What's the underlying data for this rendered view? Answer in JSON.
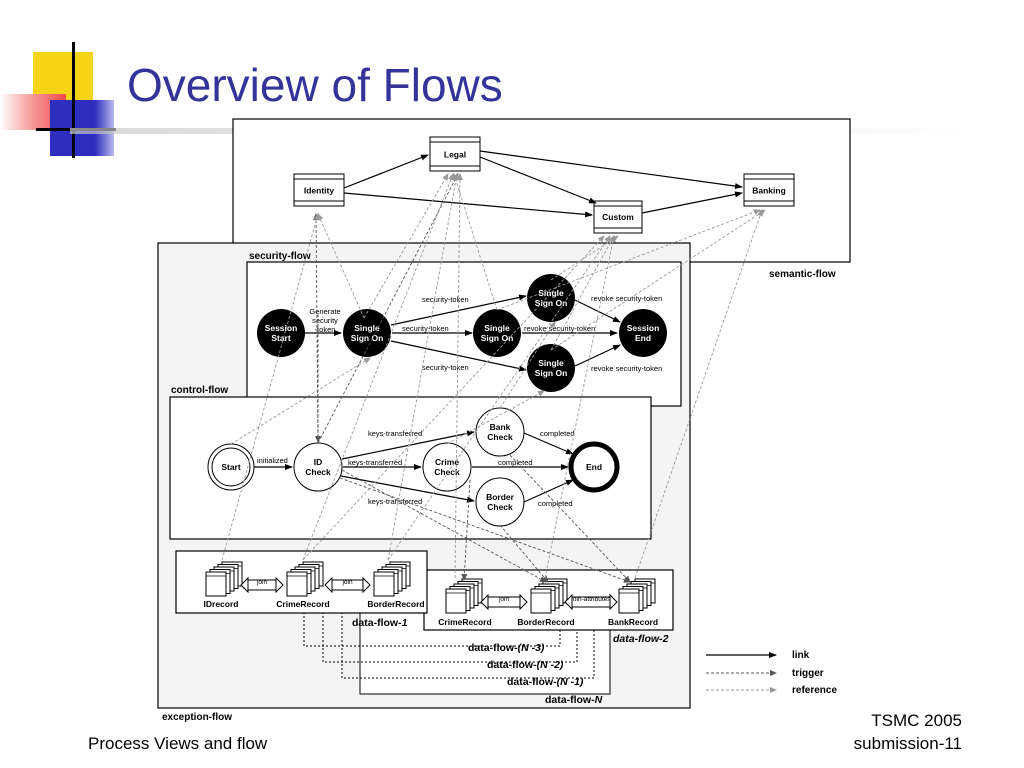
{
  "title": "Overview of Flows",
  "footer": {
    "left": "Process Views and flow",
    "right_line1": "TSMC 2005",
    "right_line2": "submission-11"
  },
  "colors": {
    "title": "#33339a",
    "deco_yellow": "#f5d418",
    "deco_red": "#f04848",
    "deco_blue": "#2d2dc0"
  },
  "diagram": {
    "semantic_flow": {
      "label": "semantic-flow",
      "nodes": {
        "identity": "Identity",
        "legal": "Legal",
        "custom": "Custom",
        "banking": "Banking"
      }
    },
    "security_flow": {
      "label": "security-flow",
      "nodes": {
        "session_start": [
          "Session",
          "Start"
        ],
        "sso_center": [
          "Single",
          "Sign On"
        ],
        "sso_mid": [
          "Single",
          "Sign On"
        ],
        "sso_top": [
          "Single",
          "Sign On"
        ],
        "sso_bottom": [
          "Single",
          "Sign On"
        ],
        "session_end": [
          "Session",
          "End"
        ]
      },
      "edges": {
        "generate": [
          "Generate",
          "security",
          "-token"
        ],
        "token_top": "security-token",
        "token_mid": "security-token",
        "token_bottom": "security-token",
        "revoke_top": "revoke security-token",
        "revoke_mid": "revoke security-token",
        "revoke_bottom": "revoke security-token"
      }
    },
    "control_flow": {
      "label": "control-flow",
      "nodes": {
        "start": "Start",
        "id_check": [
          "ID",
          "Check"
        ],
        "bank_check": [
          "Bank",
          "Check"
        ],
        "crime_check": [
          "Crime",
          "Check"
        ],
        "border_check": [
          "Border",
          "Check"
        ],
        "end": "End"
      },
      "edges": {
        "initialized": "initialized",
        "keys_top": "keys-transferred",
        "keys_mid": "keys-transferred",
        "keys_bottom": "keys-transferred",
        "completed_top": "completed",
        "completed_mid": "completed",
        "completed_bottom": "completed"
      }
    },
    "data_flow_1": {
      "label_prefix": "data-flow-",
      "label_index": "1",
      "records": [
        "IDrecord",
        "CrimeRecord",
        "BorderRecord"
      ],
      "joins": [
        "join",
        "join"
      ]
    },
    "data_flow_2": {
      "label": "data-flow-2",
      "records": [
        "CrimeRecord",
        "BorderRecord",
        "BankRecord"
      ],
      "joins": [
        "join",
        "join-attributes"
      ]
    },
    "data_flow_stack": [
      {
        "prefix": "data-flow-",
        "index": "(N -3)"
      },
      {
        "prefix": "data-flow-",
        "index": "(N -2)"
      },
      {
        "prefix": "data-flow-",
        "index": "(N -1)"
      },
      {
        "prefix": "data-flow-",
        "index": "N"
      }
    ],
    "exception_flow": {
      "label": "exception-flow"
    },
    "legend": [
      {
        "label": "link",
        "style": "solid"
      },
      {
        "label": "trigger",
        "style": "dashed"
      },
      {
        "label": "reference",
        "style": "dashed-gray"
      }
    ]
  }
}
